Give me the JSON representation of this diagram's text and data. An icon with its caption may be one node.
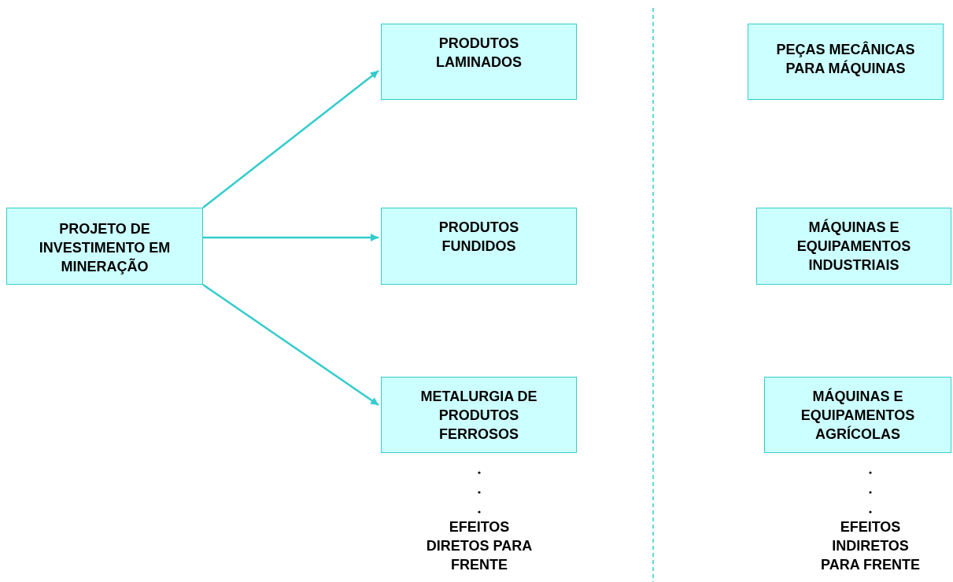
{
  "diagram": {
    "nodes": [
      {
        "text": [
          "PROJETO DE INVESTIMENTO EM MINERAÇÃO"
        ]
      },
      {
        "text": [
          "PRODUTOS LAMINADOS"
        ]
      },
      {
        "text": [
          "PRODUTOS FUNDIDOS"
        ]
      },
      {
        "text": [
          "METALURGIA DE PRODUTOS FERROSOS"
        ]
      },
      {
        "text": [
          "PEÇAS MECÂNICAS PARA MÁQUINAS"
        ]
      },
      {
        "text": [
          "MÁQUINAS E EQUIPAMENTOS INDUSTRIAIS"
        ]
      },
      {
        "text": [
          "MÁQUINAS E EQUIPAMENTOS AGRÍCOLAS"
        ]
      }
    ],
    "edges": [
      {
        "from": 0,
        "to": 1,
        "arrow": "to"
      },
      {
        "from": 0,
        "to": 2,
        "arrow": "to"
      },
      {
        "from": 0,
        "to": 3,
        "arrow": "to"
      }
    ],
    "labels": [
      "EFEITOS DIRETOS PARA FRENTE",
      "EFEITOS INDIRETOS PARA FRENTE"
    ]
  }
}
